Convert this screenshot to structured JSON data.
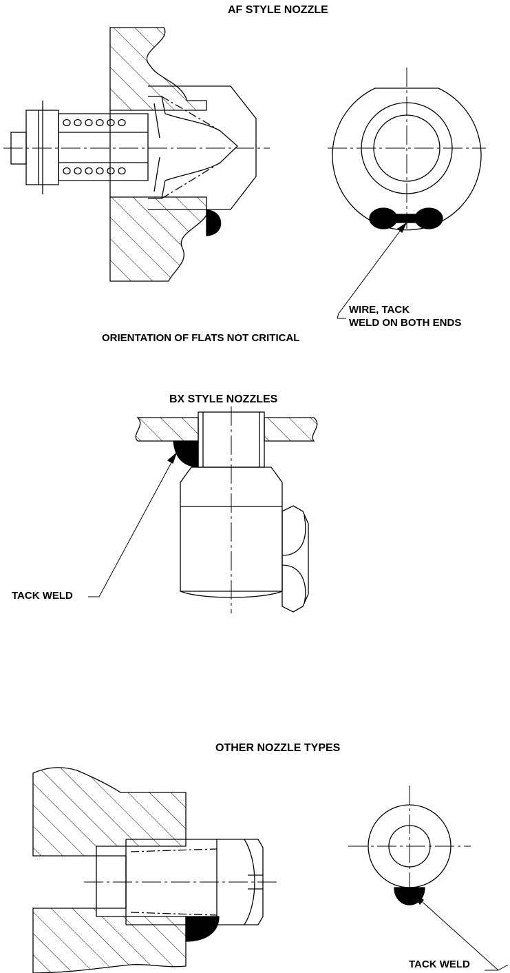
{
  "sections": {
    "af": {
      "title": "AF STYLE NOZZLE",
      "note": "ORIENTATION OF FLATS NOT CRITICAL",
      "callout_line1": "WIRE, TACK",
      "callout_line2": "WELD ON BOTH ENDS"
    },
    "bx": {
      "title": "BX STYLE NOZZLES",
      "callout": "TACK WELD"
    },
    "other": {
      "title": "OTHER NOZZLE TYPES",
      "callout": "TACK WELD"
    }
  },
  "colors": {
    "line": "#000000",
    "weld": "#000000",
    "background": "#ffffff"
  }
}
